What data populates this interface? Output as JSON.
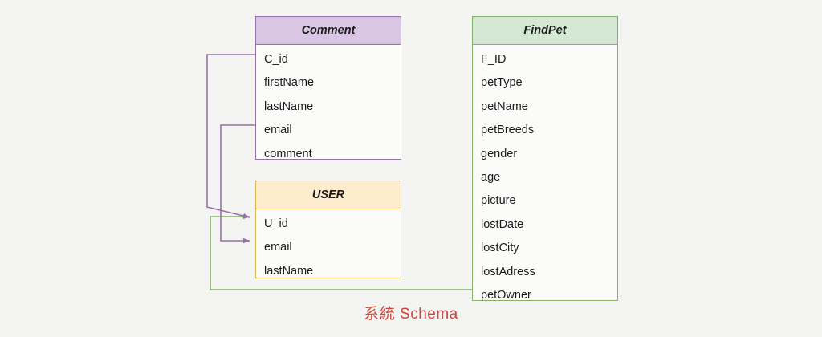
{
  "diagram": {
    "caption": "系統 Schema",
    "background_color": "#f4f4f3",
    "caption_color": "#cf4436",
    "type": "entity-relationship-schema"
  },
  "entities": [
    {
      "name": "Comment",
      "header_color": "#d8c6e4",
      "border_color": "#9673a6",
      "fields": [
        {
          "label": "C_id"
        },
        {
          "label": "firstName"
        },
        {
          "label": "lastName"
        },
        {
          "label": "email"
        },
        {
          "label": "comment"
        }
      ]
    },
    {
      "name": "USER",
      "header_color": "#ffeccc",
      "border_color": "#d6b656",
      "fields": [
        {
          "label": "U_id"
        },
        {
          "label": "email"
        },
        {
          "label": "lastName"
        }
      ]
    },
    {
      "name": "FindPet",
      "header_color": "#d5e8d4",
      "border_color": "#82b366",
      "fields": [
        {
          "label": "F_ID"
        },
        {
          "label": "petType"
        },
        {
          "label": "petName"
        },
        {
          "label": "petBreeds"
        },
        {
          "label": "gender"
        },
        {
          "label": "age"
        },
        {
          "label": "picture"
        },
        {
          "label": "lostDate"
        },
        {
          "label": "lostCity"
        },
        {
          "label": "lostAdress"
        },
        {
          "label": "petOwner"
        }
      ]
    }
  ],
  "relationships": [
    {
      "id": "comment-cid-to-user-uid",
      "from_entity": "Comment",
      "from_field": "C_id",
      "to_entity": "USER",
      "to_field": "U_id",
      "color": "#9673a6"
    },
    {
      "id": "comment-email-to-user-email",
      "from_entity": "Comment",
      "from_field": "email",
      "to_entity": "USER",
      "to_field": "email",
      "color": "#9673a6"
    },
    {
      "id": "findpet-petowner-to-user-uid",
      "from_entity": "FindPet",
      "from_field": "petOwner",
      "to_entity": "USER",
      "to_field": "U_id",
      "color": "#82b366"
    }
  ]
}
